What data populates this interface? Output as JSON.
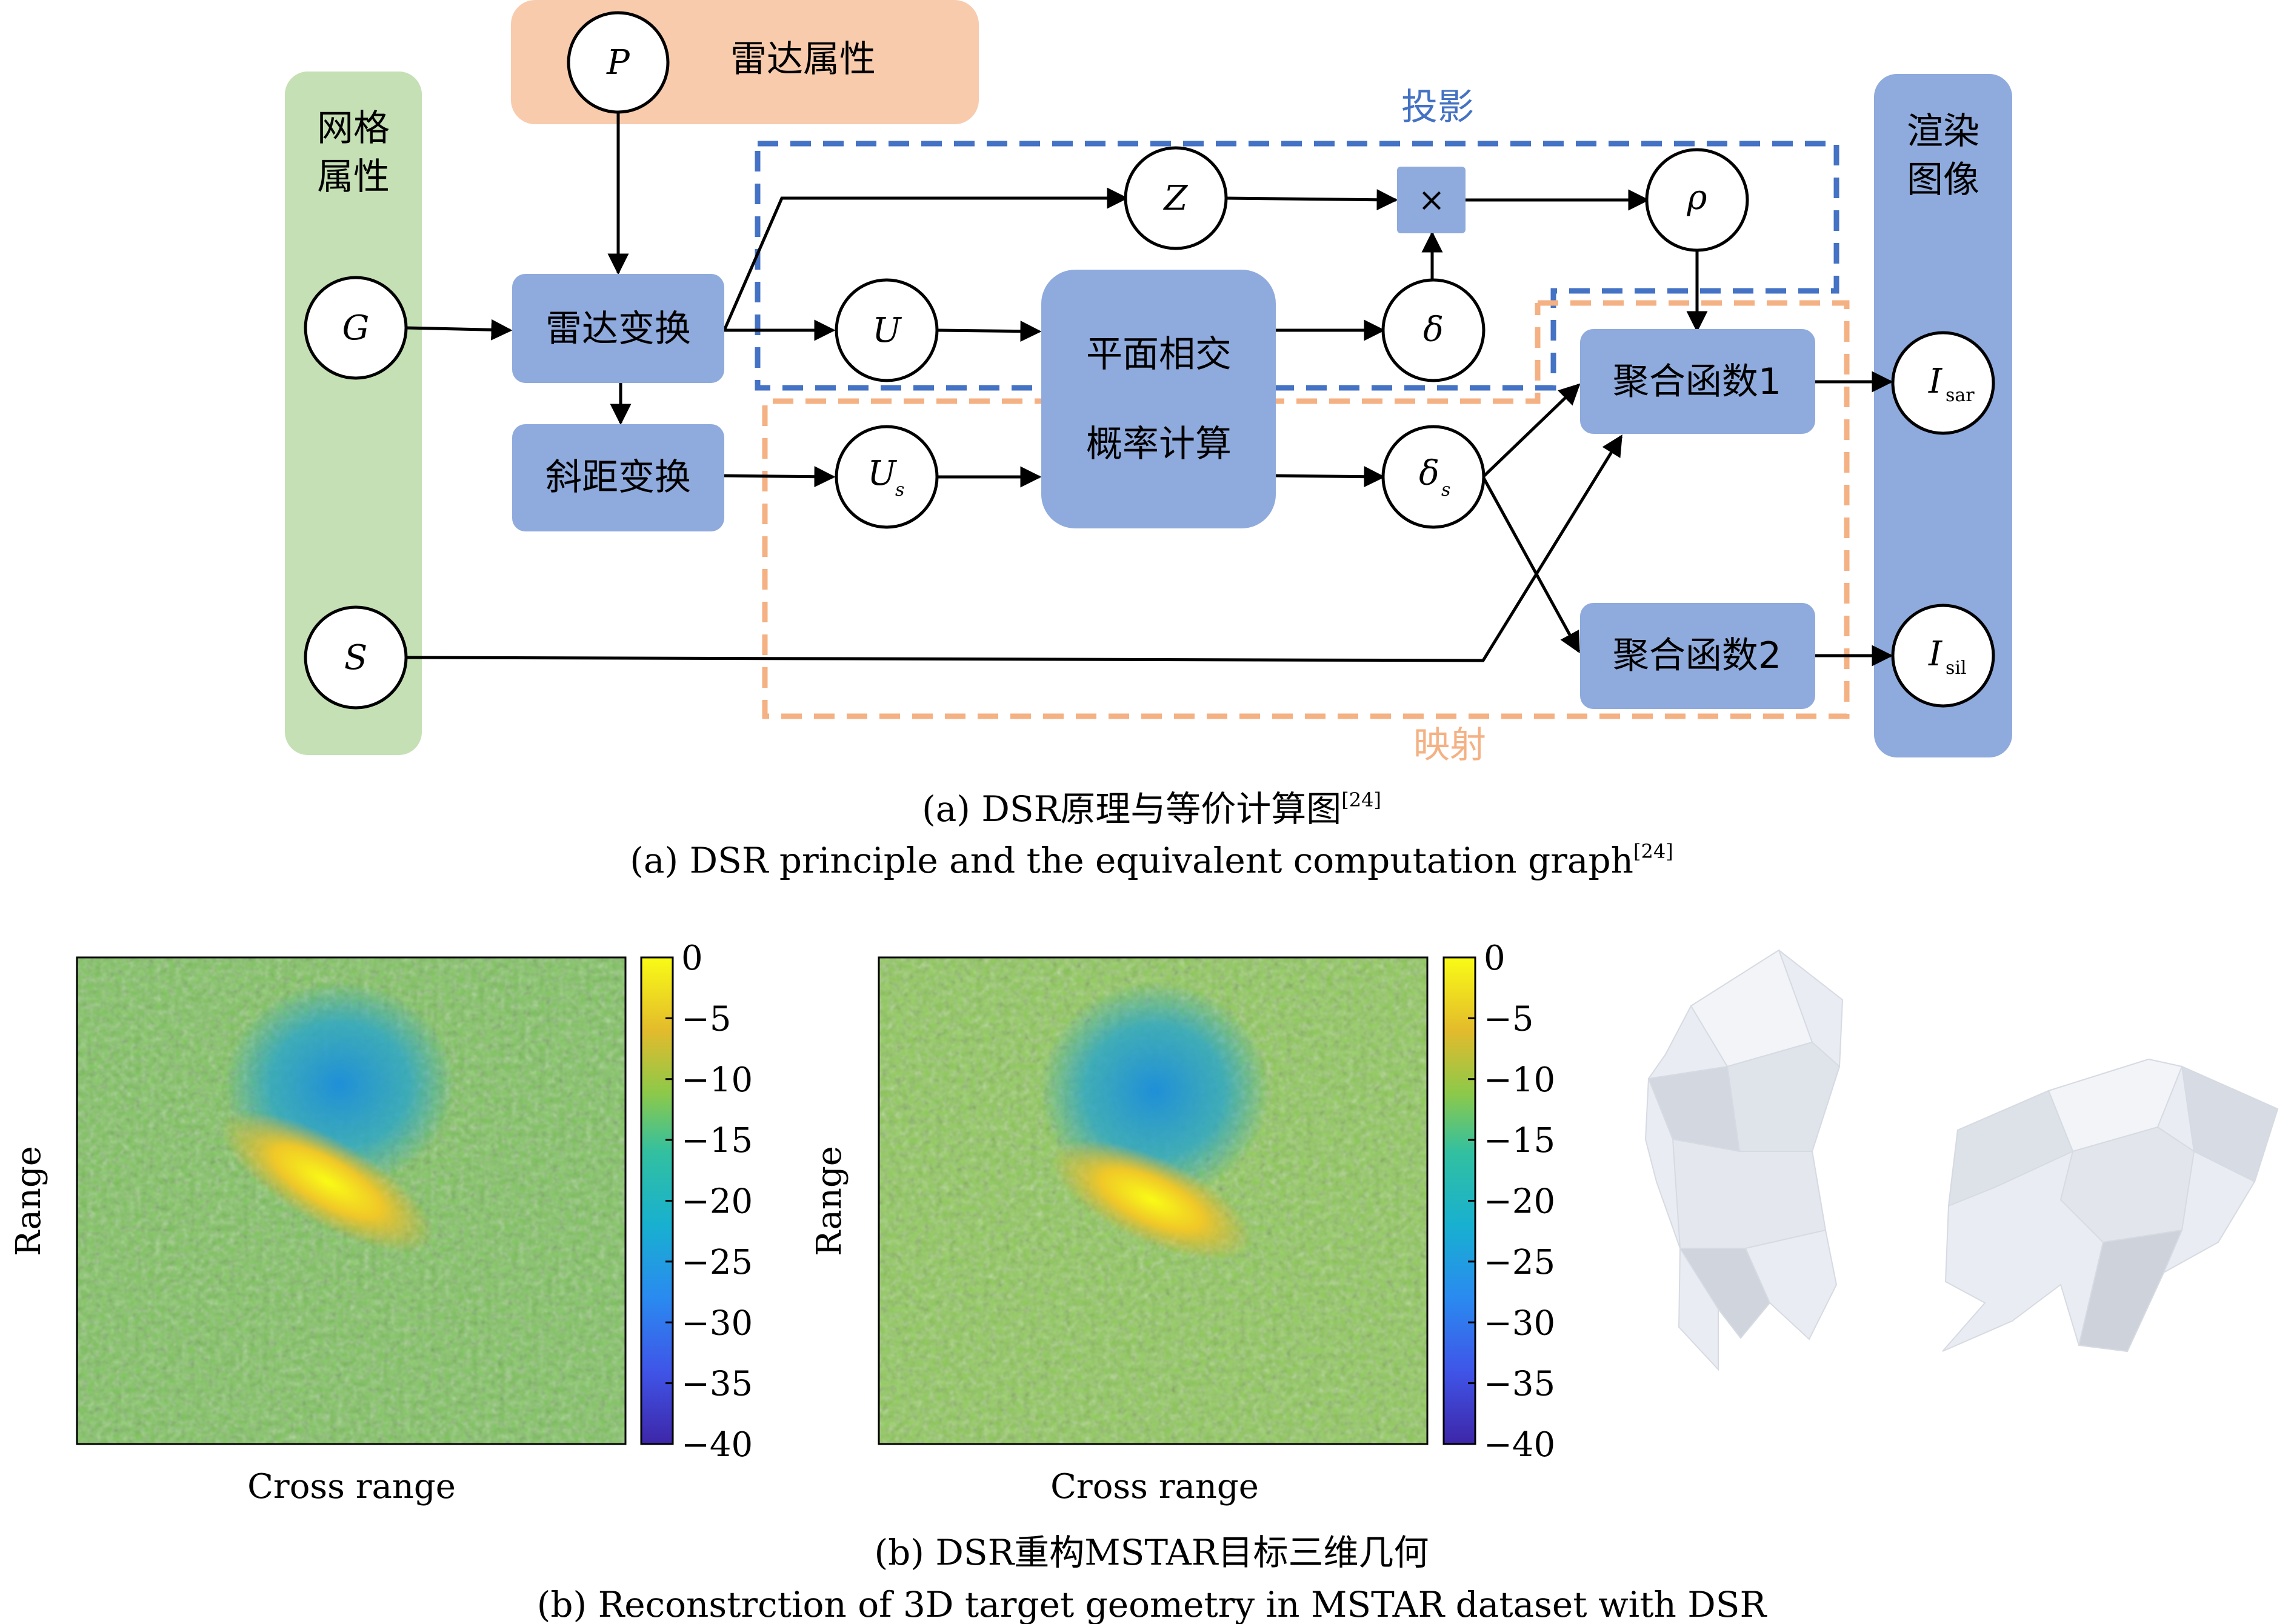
{
  "diagram": {
    "radar_props": "雷达属性",
    "mesh_props_line1": "网格",
    "mesh_props_line2": "属性",
    "render_line1": "渲染",
    "render_line2": "图像",
    "projection_label": "投影",
    "mapping_label": "映射",
    "node_P": "P",
    "node_G": "G",
    "node_S": "S",
    "node_Z": "Z",
    "node_U": "U",
    "node_Us": "U",
    "node_Us_sub": "s",
    "node_delta": "δ",
    "node_deltas": "δ",
    "node_deltas_sub": "s",
    "node_rho": "ρ",
    "node_Isar": "I",
    "node_Isar_sub": "sar",
    "node_Isil": "I",
    "node_Isil_sub": "sil",
    "times": "×",
    "radar_transform": "雷达变换",
    "slant_transform": "斜距变换",
    "plane_intersect": "平面相交",
    "prob_calc": "概率计算",
    "agg1": "聚合函数1",
    "agg2": "聚合函数2"
  },
  "caption_a_cn": "(a) DSR原理与等价计算图",
  "caption_a_cn_ref": "[24]",
  "caption_a_en": "(a) DSR principle and the equivalent computation graph",
  "caption_a_en_ref": "[24]",
  "plots": {
    "ylabel": "Range",
    "xlabel": "Cross range",
    "colorbar_ticks": [
      "0",
      "−5",
      "−10",
      "−15",
      "−20",
      "−25",
      "−30",
      "−35",
      "−40"
    ]
  },
  "caption_b_cn": "(b) DSR重构MSTAR目标三维几何",
  "caption_b_en": "(b) Reconstrction of 3D target geometry in MSTAR dataset with DSR",
  "colors": {
    "green_panel": "#c5e0b4",
    "orange_panel": "#f8cbad",
    "blue_box": "#8faadc",
    "proj_dash": "#4472c4",
    "map_dash": "#f4b183"
  }
}
